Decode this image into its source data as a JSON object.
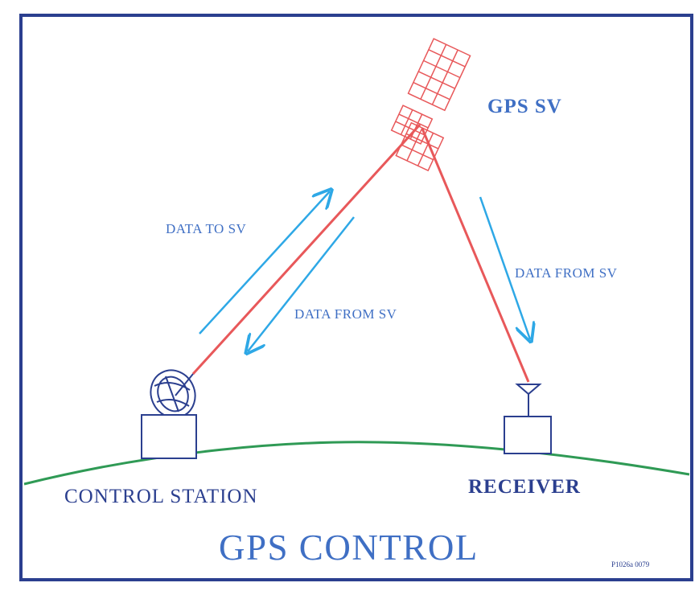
{
  "labels": {
    "satellite": "GPS SV",
    "data_to_sv": "DATA TO SV",
    "data_from_sv_control": "DATA FROM SV",
    "data_from_sv_receiver": "DATA FROM SV",
    "control_station": "CONTROL STATION",
    "receiver": "RECEIVER",
    "title": "GPS CONTROL",
    "figure_id": "P1026a 0079"
  },
  "colors": {
    "frame": "#2b3f8f",
    "signal_line": "#e8585a",
    "arrow": "#2ea8e6",
    "text_light": "#3f6fc4",
    "text_dark": "#2b3f8f",
    "ground": "#2f9a55",
    "satellite": "#e8585a",
    "equipment": "#2b3f8f"
  }
}
